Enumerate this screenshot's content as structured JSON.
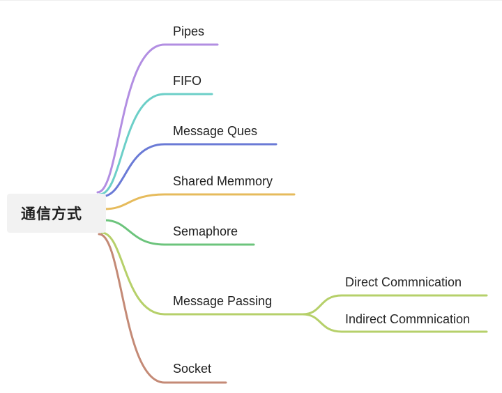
{
  "mindmap": {
    "root": {
      "label": "通信方式"
    },
    "branches": [
      {
        "label": "Pipes",
        "color": "#b28ee2"
      },
      {
        "label": "FIFO",
        "color": "#6ccfc8"
      },
      {
        "label": "Message Ques",
        "color": "#6a7ad6"
      },
      {
        "label": "Shared Memmory",
        "color": "#e6bb5c"
      },
      {
        "label": "Semaphore",
        "color": "#6cc47c"
      },
      {
        "label": "Message Passing",
        "color": "#b6d06a",
        "children": [
          {
            "label": "Direct Commnication"
          },
          {
            "label": "Indirect Commnication"
          }
        ]
      },
      {
        "label": "Socket",
        "color": "#c48a76"
      }
    ]
  }
}
